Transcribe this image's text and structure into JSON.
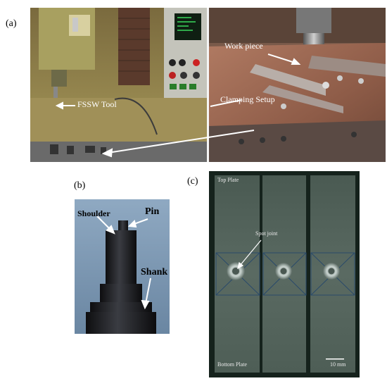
{
  "panels": {
    "a": {
      "letter": "(a)",
      "labels": {
        "tool": "FSSW Tool",
        "workpiece": "Work piece",
        "clamping": "Clamping Setup"
      }
    },
    "b": {
      "letter": "(b)",
      "labels": {
        "shoulder": "Shoulder",
        "pin": "Pin",
        "shank": "Shank"
      }
    },
    "c": {
      "letter": "(c)",
      "labels": {
        "top_plate": "Top Plate",
        "spot_joint": "Spot joint",
        "bottom_plate": "Bottom Plate",
        "scale": "10 mm"
      }
    }
  }
}
